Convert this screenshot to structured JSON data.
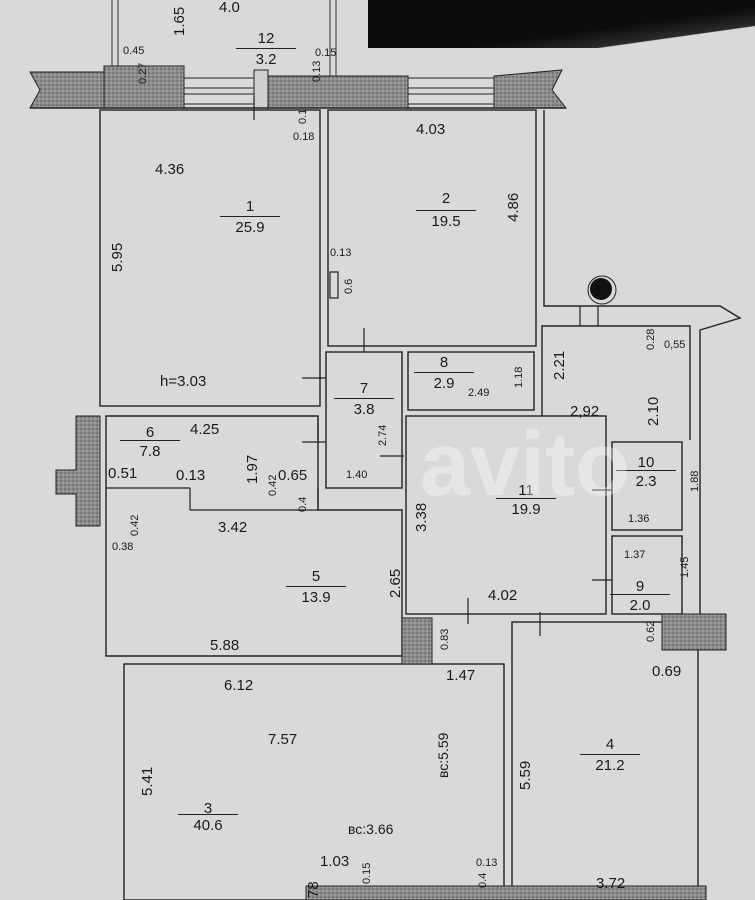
{
  "rooms": [
    {
      "number": "1",
      "area": "25.9"
    },
    {
      "number": "2",
      "area": "19.5"
    },
    {
      "number": "3",
      "area": "40.6"
    },
    {
      "number": "4",
      "area": "21.2"
    },
    {
      "number": "5",
      "area": "13.9"
    },
    {
      "number": "6",
      "area": "7.8"
    },
    {
      "number": "7",
      "area": "3.8"
    },
    {
      "number": "8",
      "area": "2.9"
    },
    {
      "number": "9",
      "area": "2.0"
    },
    {
      "number": "10",
      "area": "2.3"
    },
    {
      "number": "11",
      "area": "19.9"
    },
    {
      "number": "12",
      "area": "3.2"
    }
  ],
  "dims": {
    "d_4_0": "4.0",
    "d_1_65": "1.65",
    "d_0_45": "0.45",
    "d_0_27": "0.27",
    "d_0_15": "0.15",
    "d_0_13a": "0.13",
    "d_0_1": "0.1",
    "d_0_18": "0.18",
    "d_4_03": "4.03",
    "d_4_36": "4.36",
    "d_5_95": "5.95",
    "d_4_86": "4.86",
    "d_0_13b": "0.13",
    "d_0_6": "0.6",
    "d_0_28": "0.28",
    "d_0_55": "0,55",
    "d_2_21": "2.21",
    "d_2_10": "2.10",
    "d_2_92": "2,92",
    "d_1_18": "1.18",
    "d_2_49": "2.49",
    "d_2_74": "2.74",
    "d_1_40": "1.40",
    "d_4_25": "4.25",
    "d_1_97": "1.97",
    "d_0_51": "0.51",
    "d_0_13c": "0.13",
    "d_0_42a": "0.42",
    "d_0_65": "0.65",
    "d_0_4a": "0.4",
    "d_3_42": "3.42",
    "d_0_42b": "0.42",
    "d_0_38": "0.38",
    "d_3_38": "3.38",
    "d_1_88": "1.88",
    "d_1_36": "1.36",
    "d_1_37": "1.37",
    "d_1_45": "1.45",
    "d_2_65": "2.65",
    "d_4_02": "4.02",
    "d_5_88": "5.88",
    "d_0_83": "0.83",
    "d_0_62": "0.62",
    "d_0_69": "0.69",
    "d_6_12": "6.12",
    "d_1_47": "1.47",
    "d_7_57": "7.57",
    "d_5_41": "5.41",
    "d_vc_5_59": "вс:5.59",
    "d_5_59": "5.59",
    "d_vc_3_66": "вс:3.66",
    "d_1_03": "1.03",
    "d_0_15b": "0.15",
    "d_0_13d": "0.13",
    "d_0_4b": "0.4",
    "d_3_72": "3.72",
    "d_78": "78"
  },
  "ceiling_height": "h=3.03",
  "watermark": "avito"
}
